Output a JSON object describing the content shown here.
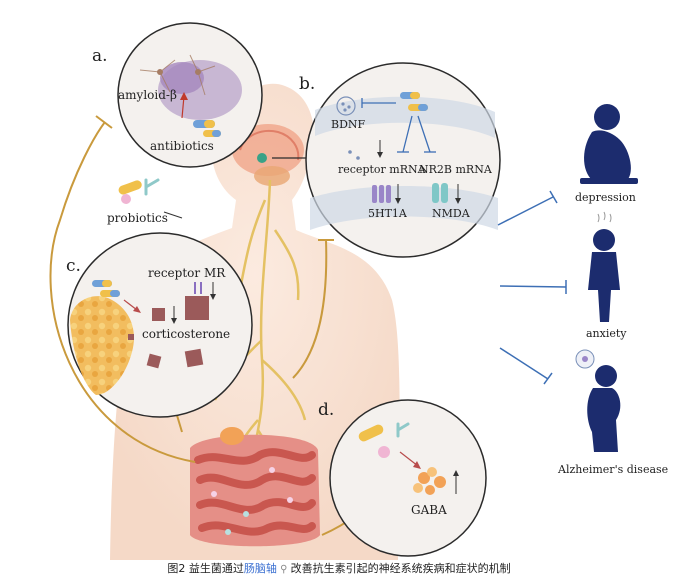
{
  "panels": {
    "a": {
      "letter": "a.",
      "amyloid": "amyloid-β",
      "antibiotics": "antibiotics"
    },
    "b": {
      "letter": "b.",
      "bdnf": "BDNF",
      "receptor_mrna": "receptor mRNA",
      "nr2b_mrna": "NR2B mRNA",
      "htr": "5HT1A",
      "nmda": "NMDA"
    },
    "c": {
      "letter": "c.",
      "receptor_mr": "receptor MR",
      "corticosterone": "corticosterone"
    },
    "d": {
      "letter": "d.",
      "gaba": "GABA"
    }
  },
  "probiotics": "probiotics",
  "outcomes": {
    "depression": "depression",
    "anxiety": "anxiety",
    "alzheimers": "Alzheimer's disease"
  },
  "caption": {
    "prefix": "图2 益生菌通过",
    "link": "肠脑轴",
    "suffix": "改善抗生素引起的神经系统疾病和症状的机制"
  },
  "colors": {
    "body_skin": "#f6dccb",
    "nerve": "#e7c66b",
    "arrow_gold": "#c99a3d",
    "inhibit_blue": "#3d6fb5",
    "figure_navy": "#1c2c6e",
    "gut": "#d8706a",
    "fat": "#f0b95a"
  }
}
